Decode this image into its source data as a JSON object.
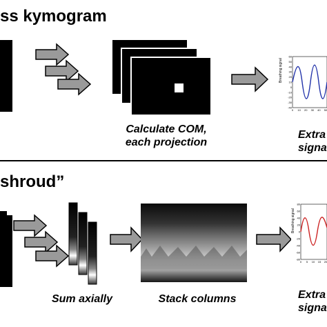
{
  "section_top": {
    "title": "ss kymogram",
    "caption_calc_line1": "Calculate COM,",
    "caption_calc_line2": "each projection",
    "caption_extract_line1": "Extra",
    "caption_extract_line2": "signa",
    "plot": {
      "ylabel": "Breathing signal",
      "yticks": [
        "60",
        "50",
        "40",
        "30",
        "20",
        "10",
        "0",
        "-10",
        "-20",
        "-30",
        "-40"
      ],
      "xticks": [
        "0",
        "10",
        "20",
        "30",
        "40",
        "50"
      ],
      "line_color": "#2233aa"
    }
  },
  "section_bottom": {
    "title": "shroud”",
    "caption_sum": "Sum axially",
    "caption_stack": "Stack columns",
    "caption_extract_line1": "Extra",
    "caption_extract_line2": "signa",
    "plot": {
      "ylabel": "Breathing signal",
      "yticks": [
        "80",
        "60",
        "40",
        "20",
        "0",
        "-20",
        "-40",
        "-60",
        "-80"
      ],
      "xticks": [
        "0",
        "5",
        "10",
        "15",
        "20"
      ],
      "line_color": "#cc2222"
    }
  },
  "colors": {
    "arrow_fill": "#9a9a9a",
    "arrow_stroke": "#000000",
    "frame": "#000000"
  }
}
